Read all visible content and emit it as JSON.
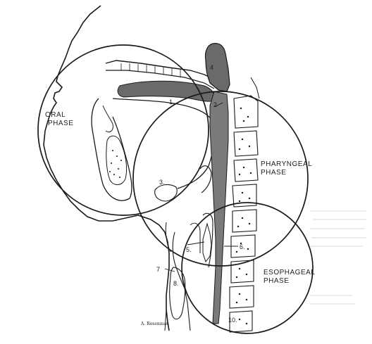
{
  "diagram": {
    "phase_labels": {
      "oral": [
        "ORAL",
        "PHASE"
      ],
      "pharyngeal": [
        "PHARYNGEAL",
        "PHASE"
      ],
      "esophageal": [
        "ESOPHAGEAL",
        "PHASE"
      ]
    },
    "numbers": {
      "n1": "1.",
      "n2": "2",
      "n3": "3.",
      "n4": "4",
      "n5": "5.",
      "n6": "6.",
      "n7": "7",
      "n8": "8.",
      "n10": "10."
    },
    "signature": "A. Rosenman",
    "colors": {
      "ink": "#1a1a1a",
      "paper": "#ffffff",
      "shade": "#6a6a6a"
    }
  }
}
